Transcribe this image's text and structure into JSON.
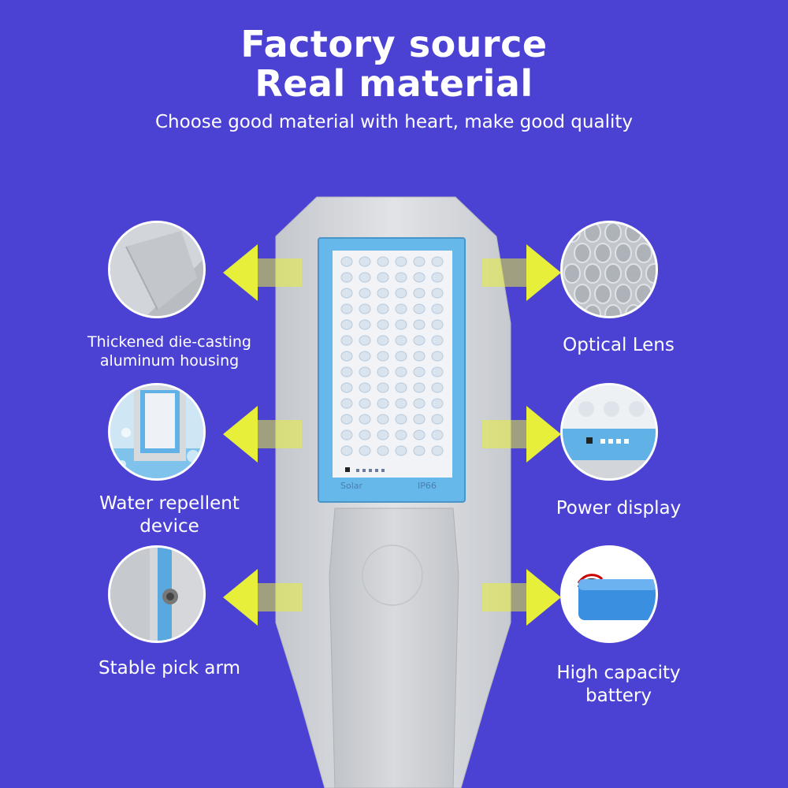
{
  "header": {
    "title_line1": "Factory source",
    "title_line2": "Real material",
    "subtitle": "Choose good material with heart, make good quality"
  },
  "panel": {
    "brand_text": "Solar",
    "rating_text": "IP66"
  },
  "features": {
    "housing": "Thickened die-casting aluminum housing",
    "housing_line1": "Thickened die-casting",
    "housing_line2": "aluminum housing",
    "water_line1": "Water repellent",
    "water_line2": "device",
    "arm": "Stable pick arm",
    "lens": "Optical Lens",
    "power": "Power display",
    "battery_line1": "High capacity",
    "battery_line2": "battery"
  },
  "colors": {
    "background": "#4b42d4",
    "arrow": "#e7ef3a",
    "lamp_body": "#d3d6da",
    "panel_frame": "#66b8ea"
  }
}
